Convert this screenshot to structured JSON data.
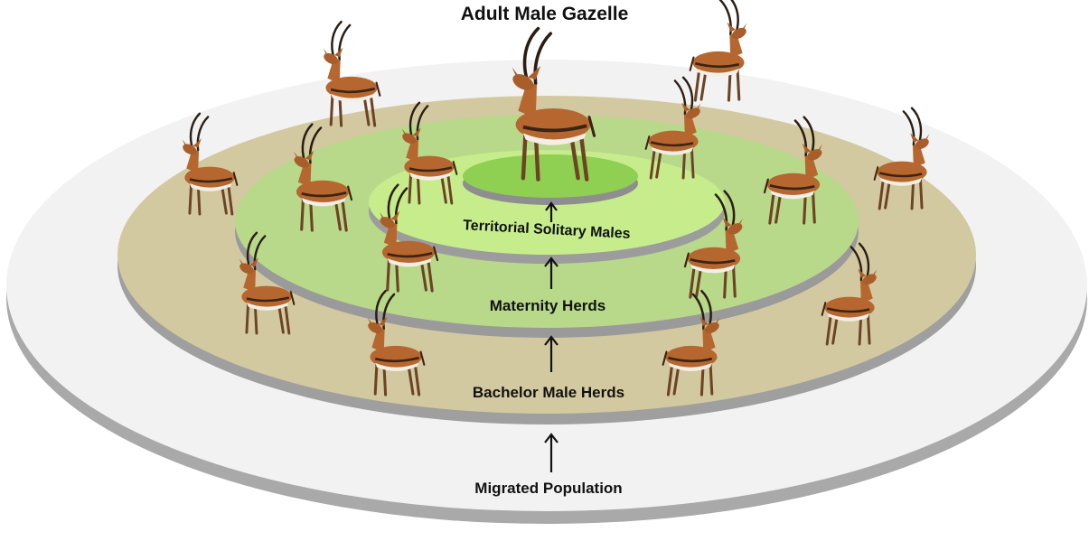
{
  "diagram": {
    "title": "Adult Male Gazelle",
    "rings": [
      {
        "id": "migrated",
        "label": "Migrated Population",
        "fill": "#f2f2f2",
        "side": "#a9a9a9"
      },
      {
        "id": "bachelor",
        "label": "Bachelor Male Herds",
        "fill": "#d3c9a0",
        "side": "#9f9f9f"
      },
      {
        "id": "maternity",
        "label": "Maternity Herds",
        "fill": "#b8d88a",
        "side": "#9a9a9a"
      },
      {
        "id": "territorial",
        "label": "Territorial Solitary Males",
        "fill": "#c6ec8c",
        "side": "#9c9c9c"
      },
      {
        "id": "center",
        "label": "",
        "fill": "#8fcf52",
        "side": "#8e8e8e"
      }
    ],
    "colors": {
      "gazelle_body": "#b5672f",
      "gazelle_belly": "#f4efe6",
      "gazelle_stripe": "#3a2414",
      "arrow": "#111111"
    },
    "icon": "gazelle-icon"
  }
}
